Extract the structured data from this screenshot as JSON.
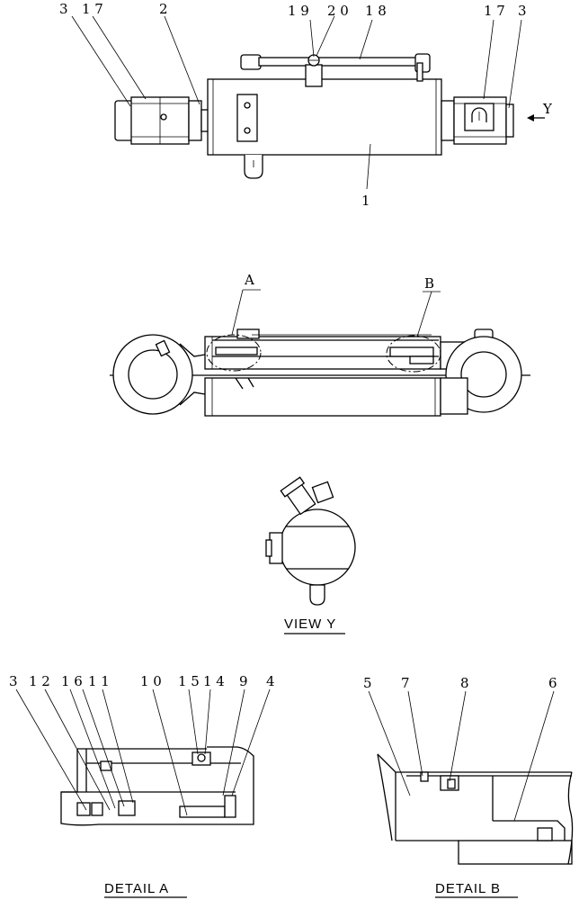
{
  "top_view": {
    "labels": {
      "l3_left": "3",
      "l17_left": "1 7",
      "l2": "2",
      "l19": "1 9",
      "l20": "2 0",
      "l18": "1 8",
      "l17_right": "1 7",
      "l3_right": "3",
      "l1": "1",
      "arrow_y": "Y"
    }
  },
  "side_view": {
    "labels": {
      "a": "A",
      "b": "B"
    }
  },
  "view_y": {
    "caption": "VIEW  Y"
  },
  "detail_a": {
    "caption": "DETAIL  A",
    "labels": {
      "l3": "3",
      "l12": "1 2",
      "l16": "1 6",
      "l11": "1 1",
      "l10": "1 0",
      "l15": "1 5",
      "l14": "1 4",
      "l9": "9",
      "l4": "4"
    }
  },
  "detail_b": {
    "caption": "DETAIL  B",
    "labels": {
      "l5": "5",
      "l7": "7",
      "l8": "8",
      "l6": "6"
    }
  }
}
